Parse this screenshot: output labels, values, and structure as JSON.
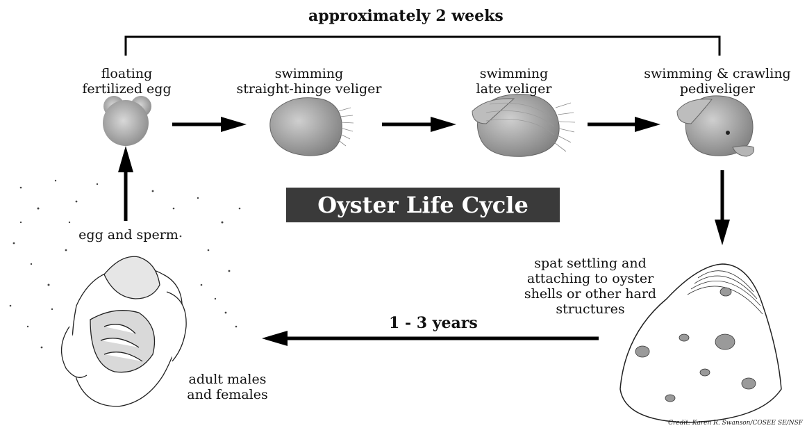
{
  "top_duration": "approximately 2 weeks",
  "bottom_duration": "1  - 3 years",
  "title": "Oyster Life Cycle",
  "credit": "Credit: Karen R. Swanson/COSEE SE/NSF",
  "stages": {
    "egg": {
      "line1": "floating",
      "line2": "fertilized egg"
    },
    "straight_hinge": {
      "line1": "swimming",
      "line2": "straight-hinge veliger"
    },
    "late_veliger": {
      "line1": "swimming",
      "line2": "late veliger"
    },
    "pediveliger": {
      "line1": "swimming & crawling",
      "line2": "pediveliger"
    },
    "spat": {
      "line1": "spat settling and",
      "line2": "attaching to oyster",
      "line3": "shells or other hard",
      "line4": "structures"
    },
    "spawning": {
      "line1": "egg and sperm"
    },
    "adults": {
      "line1": "adult males",
      "line2": "and females"
    }
  },
  "colors": {
    "title_bg": "#3a3a3a",
    "shell_fill": "#9a9a9a",
    "arrow": "#000000"
  }
}
